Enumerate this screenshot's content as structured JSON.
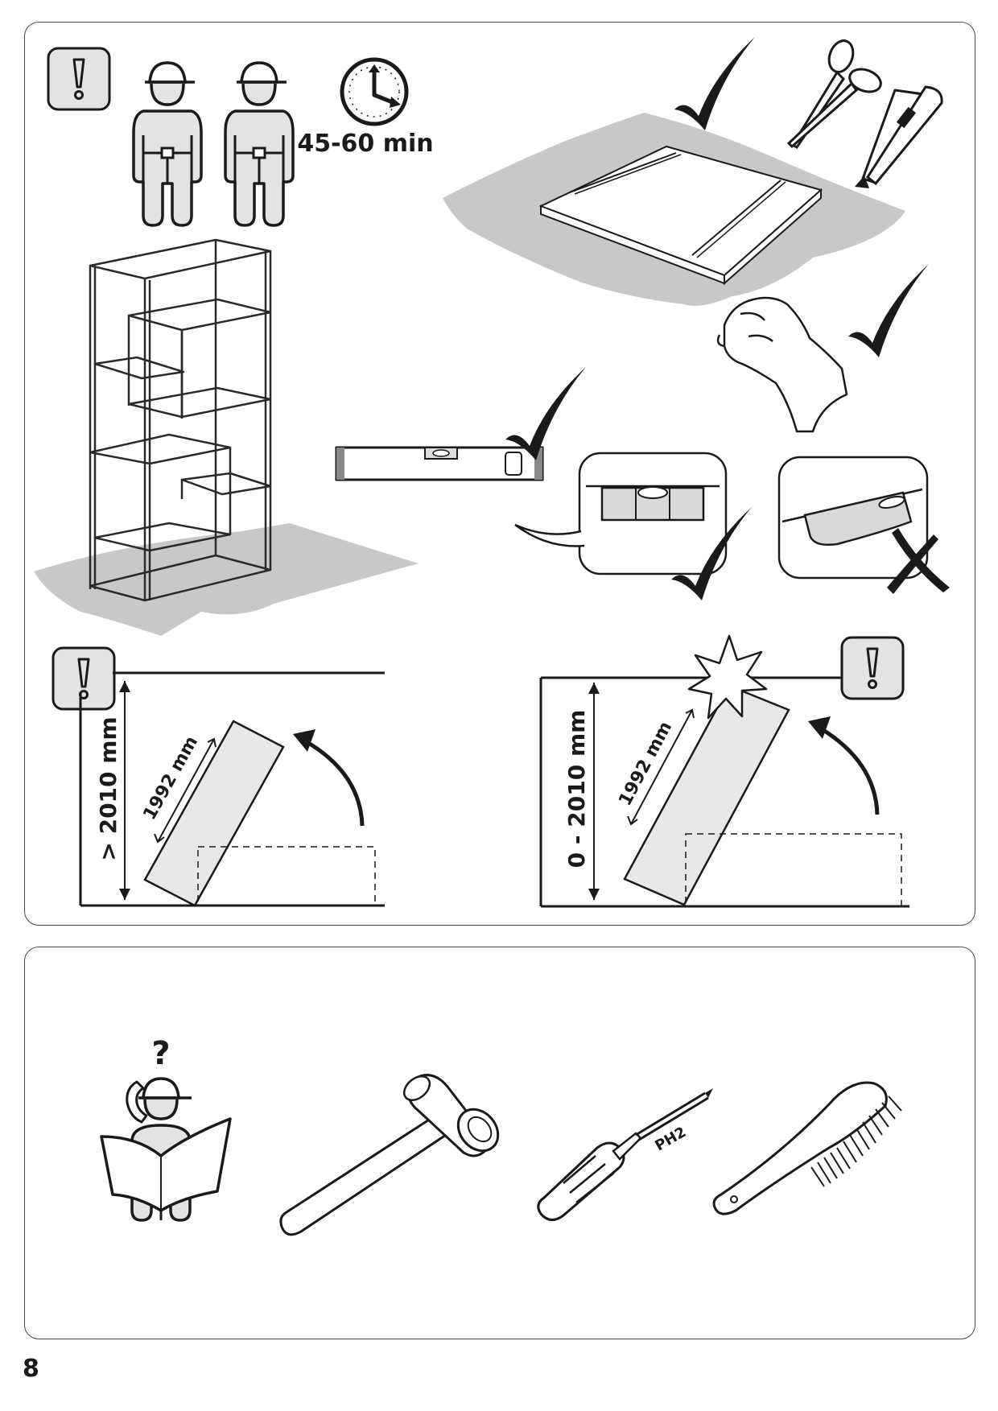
{
  "duration": "45-60 min",
  "clearance_ok": {
    "height": "> 2010 mm",
    "length": "1992 mm"
  },
  "clearance_bad": {
    "height": "0 - 2010 mm",
    "length": "1992 mm"
  },
  "screwdriver_tip": "PH2",
  "help_symbol": "?",
  "page_number": "8",
  "icons": [
    "warning-icon",
    "worker-icon",
    "clock-icon",
    "check-icon",
    "cross-icon",
    "scissors-icon",
    "cutter-icon",
    "spirit-level-icon",
    "hammer-icon",
    "screwdriver-icon",
    "wire-brush-icon",
    "phone-icon"
  ]
}
